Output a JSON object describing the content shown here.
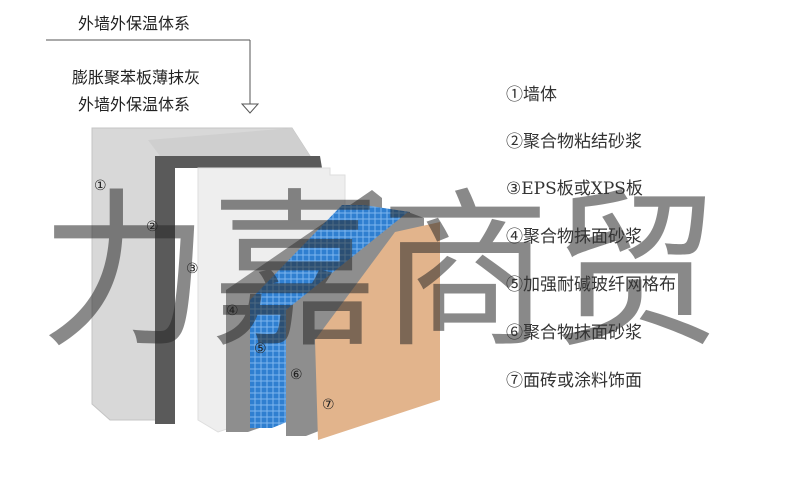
{
  "header": {
    "system_title": "外墙外保温体系",
    "subtitle_line1": "膨胀聚苯板薄抹灰",
    "subtitle_line2": "外墙外保温体系"
  },
  "legend": [
    {
      "label": "①墙体"
    },
    {
      "label": "②聚合物粘结砂浆"
    },
    {
      "label": "③EPS板或XPS板"
    },
    {
      "label": "④聚合物抹面砂浆"
    },
    {
      "label": "⑤加强耐碱玻纤网格布"
    },
    {
      "label": "⑥聚合物抹面砂浆"
    },
    {
      "label": "⑦面砖或涂料饰面"
    }
  ],
  "layer_markers": [
    "①",
    "②",
    "③",
    "④",
    "⑤",
    "⑥",
    "⑦"
  ],
  "watermark": "力嘉商贸",
  "colors": {
    "wall": "#d8d8d8",
    "adhesive": "#5a5a5a",
    "insulation": "#eeeeee",
    "mortar": "#8e8e8e",
    "mesh": "#2f7fd0",
    "finish": "#e2b48c"
  }
}
